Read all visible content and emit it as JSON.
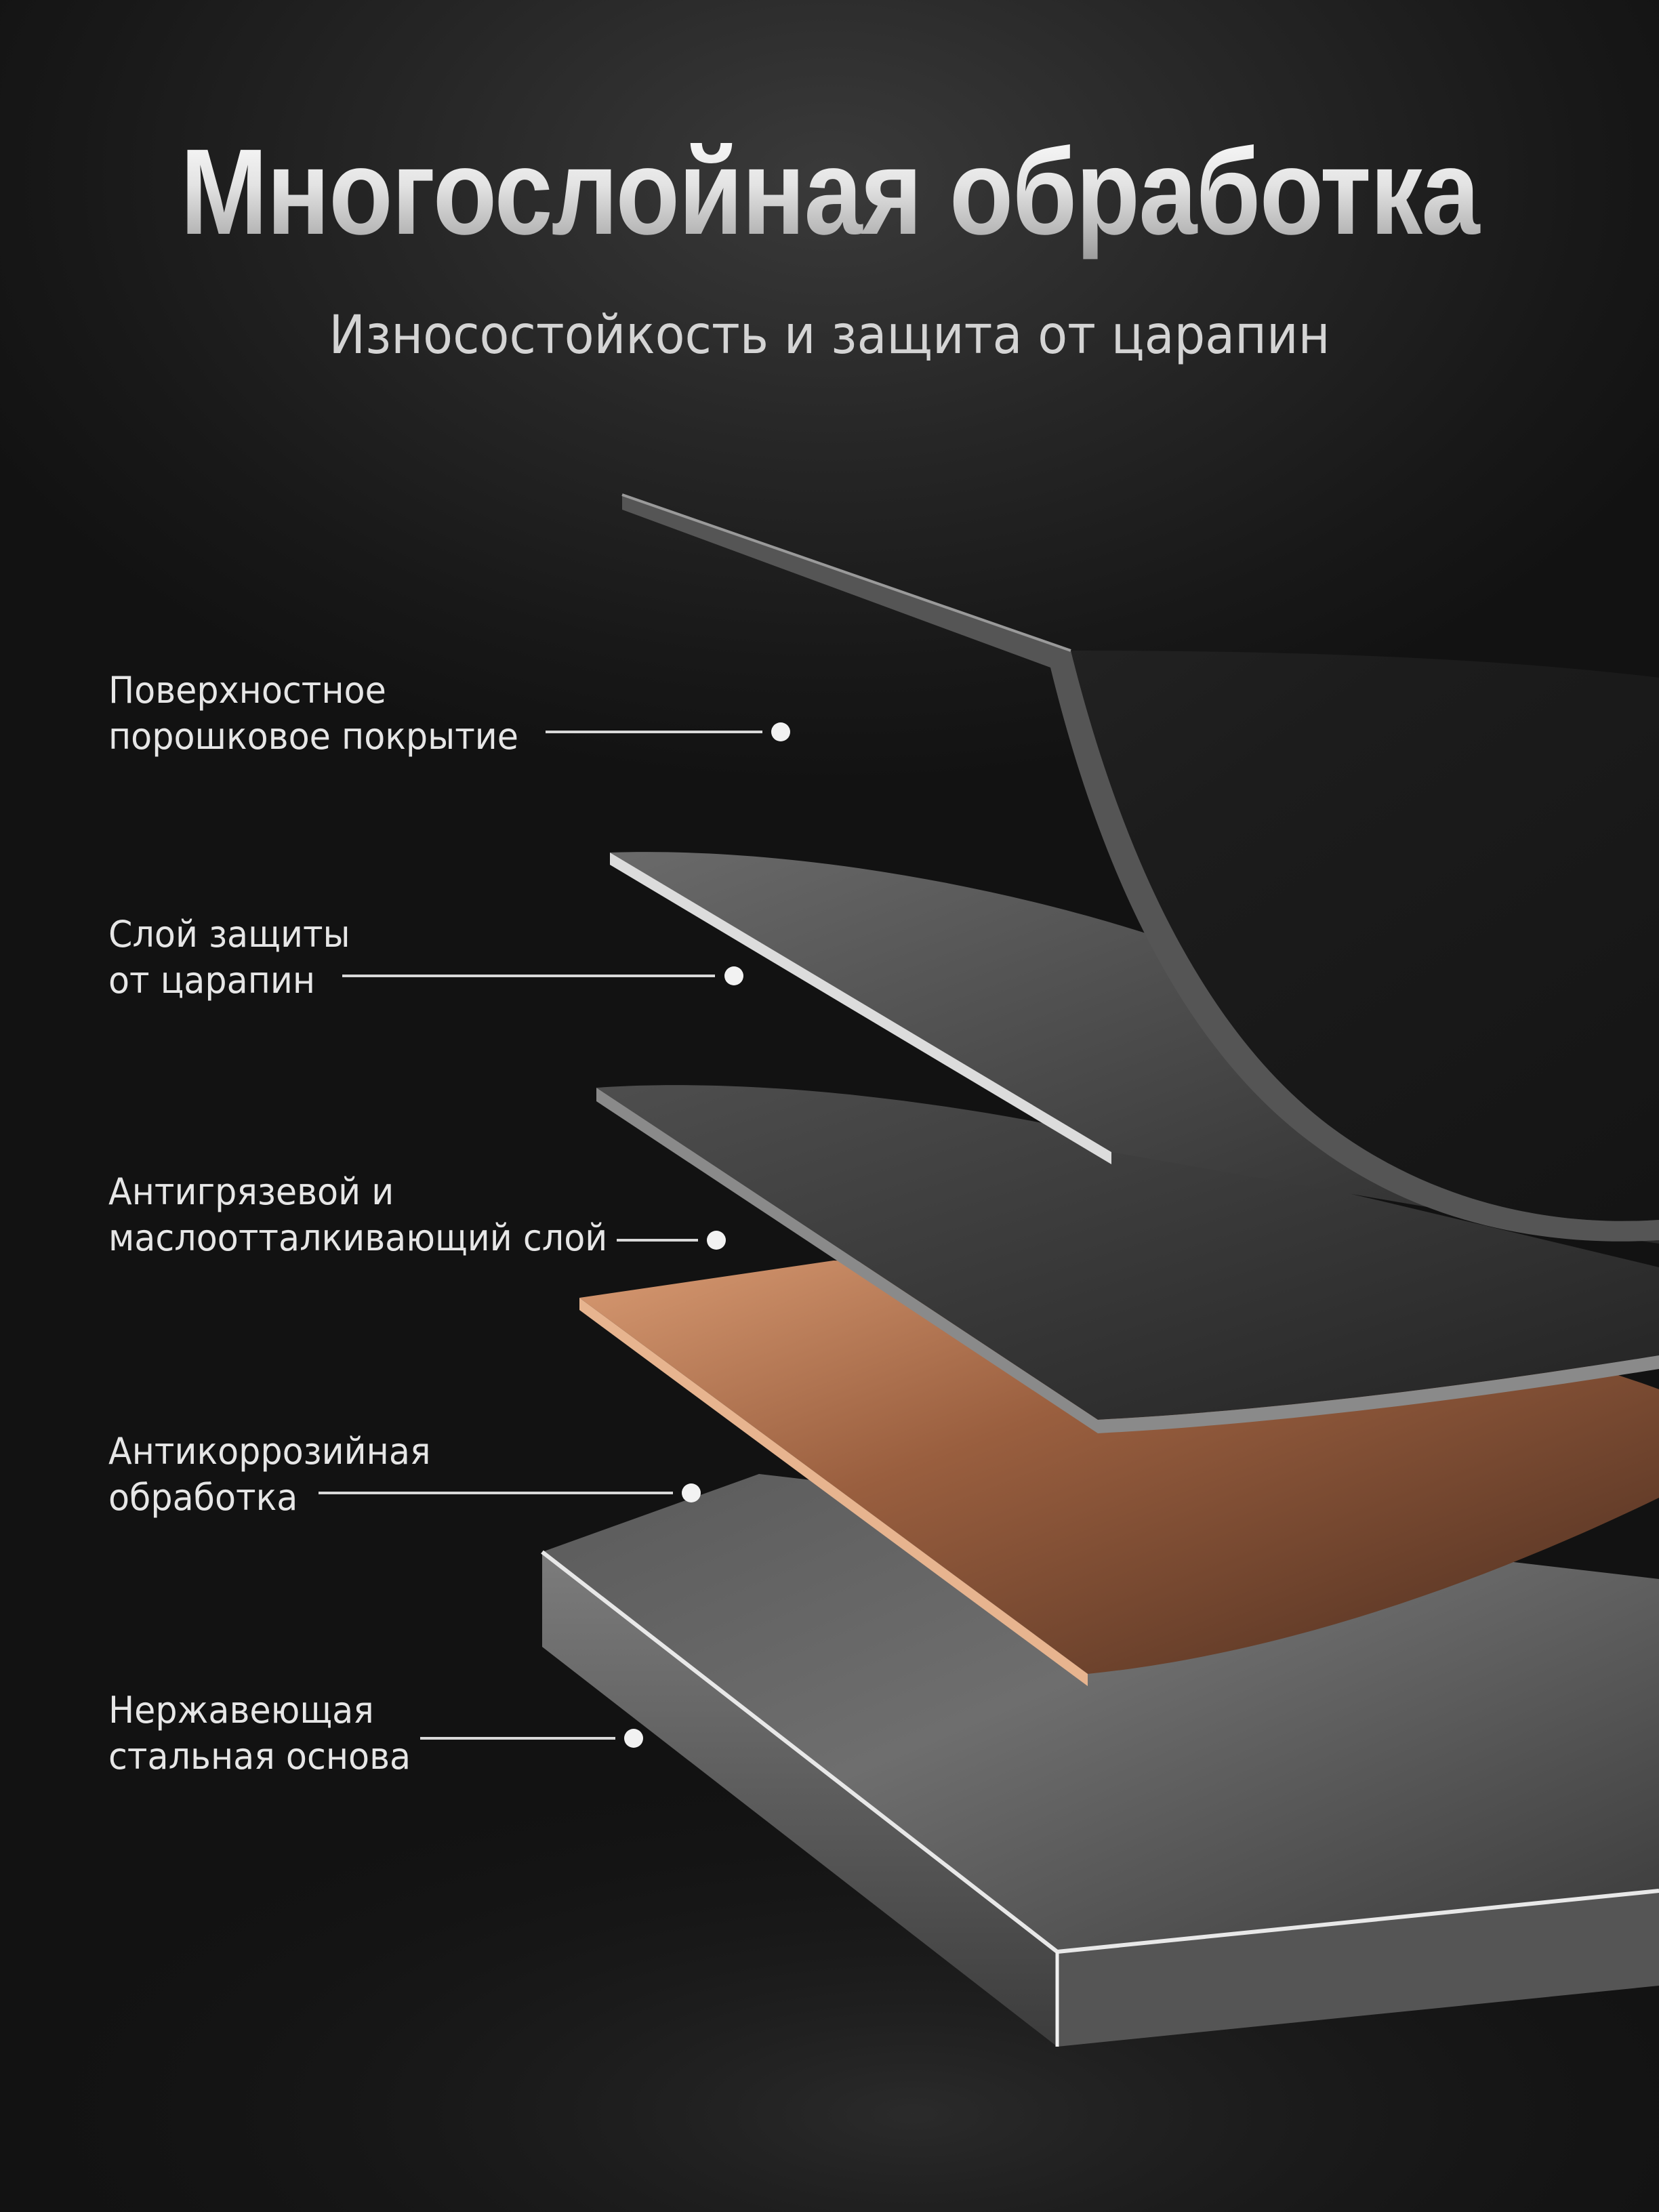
{
  "header": {
    "title": "Многослойная обработка",
    "subtitle": "Износостойкость и защита от царапин"
  },
  "layers": [
    {
      "line1": "Поверхностное",
      "line2": "порошковое покрытие"
    },
    {
      "line1": "Слой защиты",
      "line2": "от царапин"
    },
    {
      "line1": "Антигрязевой и",
      "line2": "маслоотталкивающий слой"
    },
    {
      "line1": "Антикоррозийная",
      "line2": "обработка"
    },
    {
      "line1": "Нержавеющая",
      "line2": "стальная основа"
    }
  ],
  "colors": {
    "background": "#1e1e1e",
    "powder_coat": "#1f1f1f",
    "scratch_layer": "#4a4a4a",
    "oil_layer": "#3a3a3a",
    "copper_layer": "#b87652",
    "steel_base": "#8c8c8c",
    "callout_line": "#d8d8d8"
  }
}
